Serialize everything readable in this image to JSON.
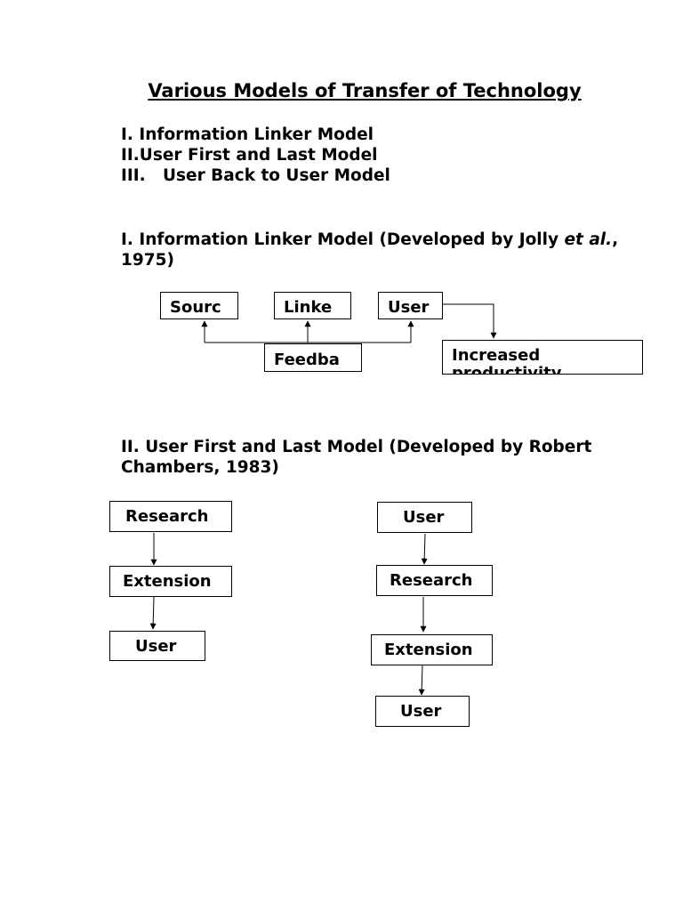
{
  "title": "Various Models of Transfer of Technology",
  "contents": [
    "I. Information Linker Model",
    "II.User First and Last Model",
    "III.   User Back to User Model"
  ],
  "section1": {
    "heading_pre": "I. Information Linker Model (Developed by Jolly ",
    "heading_em": "et al.",
    "heading_post": ", 1975)",
    "boxes": {
      "source": "Sourc",
      "linker": "Linke",
      "user": "User",
      "feedback": "Feedba",
      "increased": "Increased",
      "increased_clipped": "productivity"
    }
  },
  "section2": {
    "heading": "II. User First and Last Model (Developed by Robert Chambers, 1983)",
    "left_flow": [
      "Research",
      "Extension",
      "User"
    ],
    "right_flow": [
      "User",
      "Research",
      "Extension",
      "User"
    ]
  }
}
